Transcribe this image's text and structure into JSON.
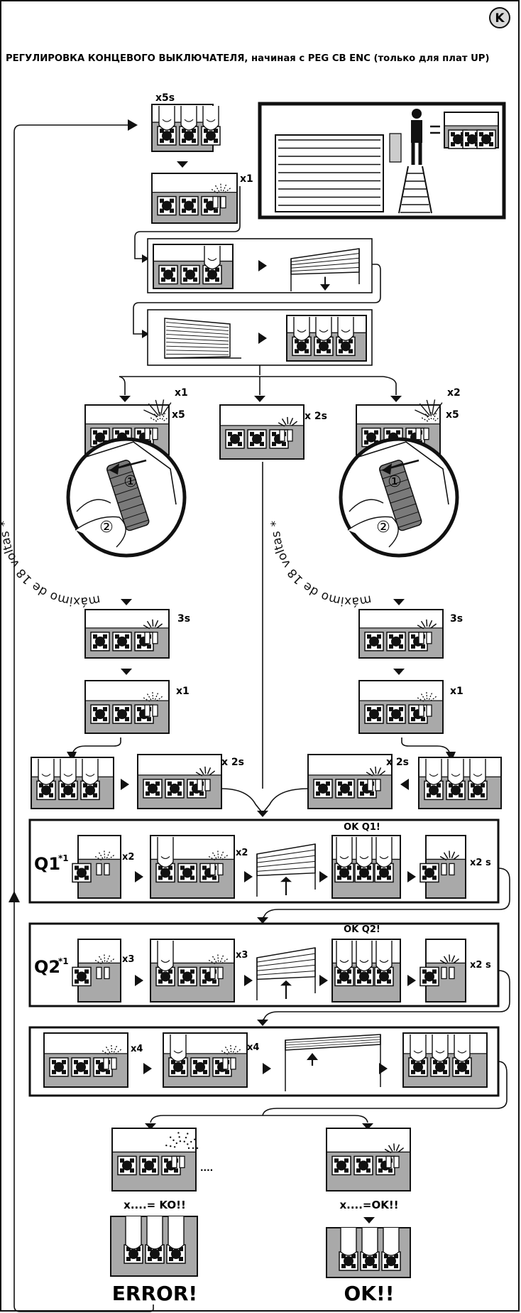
{
  "page": {
    "badge": "K",
    "title": "РЕГУЛИРОВКА КОНЦЕВОГО ВЫКЛЮЧАТЕЛЯ, начиная с PEG CB ENC (только для плат UP)"
  },
  "steps": {
    "hold_time": "x5s",
    "blink_once": "x1",
    "left_blink_a": "x1",
    "left_blink_b": "x5",
    "mid_blink": "x 2s",
    "right_blink_a": "x2",
    "right_blink_b": "x5",
    "knob_text": "máximo de 18 voltas *",
    "knob_step1": "①",
    "knob_step2": "②",
    "led_3s": "3s",
    "led_x1": "x1",
    "led_x2s": "x 2s"
  },
  "q1": {
    "label": "Q1",
    "sup": "*1",
    "blink_a": "x2",
    "blink_b": "x2",
    "ok": "OK Q1!",
    "blink_c": "x2 s"
  },
  "q2": {
    "label": "Q2",
    "sup": "*1",
    "blink_a": "x3",
    "blink_b": "x3",
    "ok": "OK Q2!",
    "blink_c": "x2 s"
  },
  "q3": {
    "blink_a": "x4",
    "blink_b": "x4"
  },
  "result": {
    "ko_dots": "....",
    "ko_caption": "x....= KO!!",
    "ok_caption": "x....=OK!!",
    "error": "ERROR!",
    "ok": "OK!!"
  }
}
